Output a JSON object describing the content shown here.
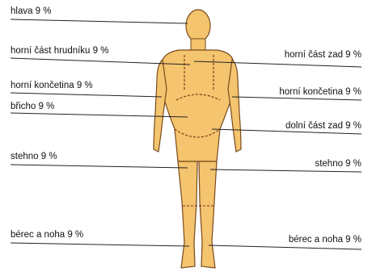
{
  "diagram": {
    "labels": {
      "head": "hlava 9 %",
      "upper_chest": "horní část hrudníku 9 %",
      "upper_back": "horní část zad 9 %",
      "upper_limb_left": "horní končetina 9 %",
      "upper_limb_right": "horní končetina 9 %",
      "abdomen": "břicho 9 %",
      "lower_back": "dolní část zad 9 %",
      "thigh_left": "stehno 9 %",
      "thigh_right": "stehno 9 %",
      "shin_foot_left": "bérec a noha 9 %",
      "shin_foot_right": "bérec a noha 9 %"
    },
    "colors": {
      "body_fill": "#f4c46e",
      "body_stroke": "#7a4a1c",
      "leader_line": "#222222",
      "zone_line": "#7a2e10"
    }
  }
}
